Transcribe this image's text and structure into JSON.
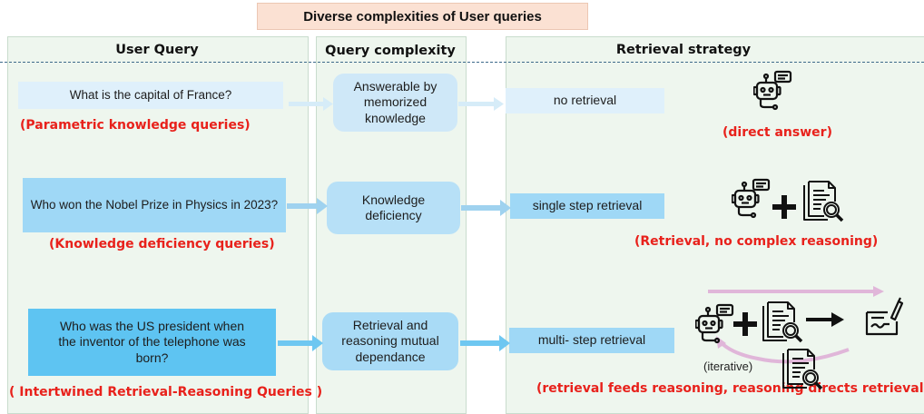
{
  "title": "Diverse complexities of User queries",
  "columns": {
    "user_query": "User Query",
    "query_complexity": "Query complexity",
    "retrieval_strategy": "Retrieval strategy"
  },
  "rows": [
    {
      "query": "What is the capital of France?",
      "query_type": "(Parametric knowledge queries)",
      "complexity": "Answerable by memorized knowledge",
      "strategy": "no retrieval",
      "outcome": "(direct answer)"
    },
    {
      "query": "Who won the Nobel Prize in Physics in 2023?",
      "query_type": "(Knowledge deficiency queries)",
      "complexity": "Knowledge deficiency",
      "strategy": "single step retrieval",
      "outcome": "(Retrieval, no complex reasoning)"
    },
    {
      "query": "Who was the US president when the inventor of the telephone was born?",
      "query_type": "( Intertwined Retrieval-Reasoning Queries )",
      "complexity": "Retrieval and reasoning mutual dependance",
      "strategy": "multi- step retrieval",
      "outcome": "(retrieval feeds reasoning, reasoning directs retrieval )",
      "loop_label": "(iterative)"
    }
  ],
  "icons": [
    "robot-icon",
    "plus-icon",
    "document-search-icon",
    "arrow-right-icon",
    "signed-document-icon"
  ],
  "colors": {
    "title_bg": "#fbe1d3",
    "column_bg": "#eef6ee",
    "label_red": "#e8211b",
    "box_blue": "#5ec4f2",
    "loop_pink": "#e0b6d9",
    "dashed_line": "#3d6a8a"
  }
}
